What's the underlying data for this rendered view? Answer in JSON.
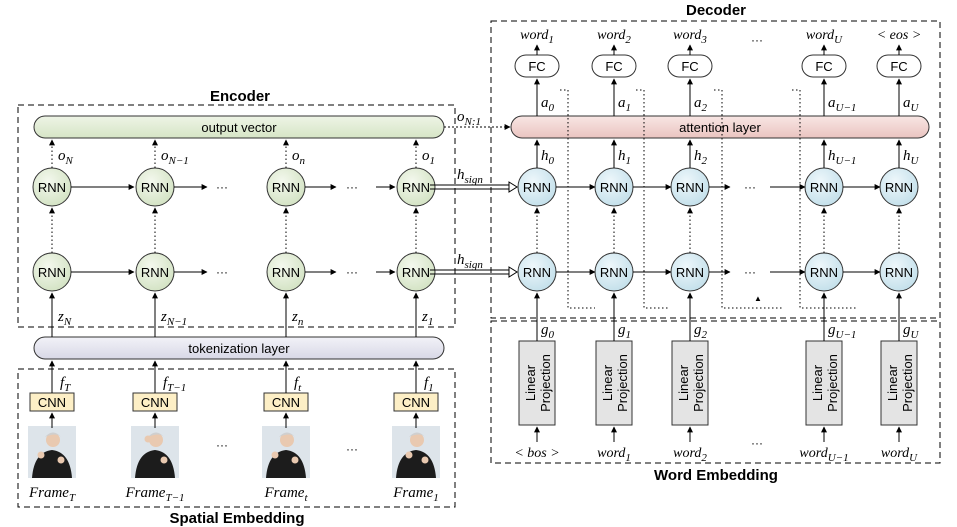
{
  "labels": {
    "encoder": "Encoder",
    "decoder": "Decoder",
    "spatial_embedding": "Spatial Embedding",
    "word_embedding": "Word Embedding",
    "output_vector": "output vector",
    "attention_layer": "attention layer",
    "tokenization_layer": "tokenization layer",
    "rnn": "RNN",
    "cnn": "CNN",
    "fc": "FC",
    "linear": "Linear",
    "projection": "Projection",
    "ellipsis": "···",
    "caret": "▲"
  },
  "encoder": {
    "output_labels": [
      {
        "b": "o",
        "s": "N"
      },
      {
        "b": "o",
        "s": "N−1"
      },
      {
        "b": "o",
        "s": "n"
      },
      {
        "b": "o",
        "s": "1"
      }
    ],
    "z_labels": [
      {
        "b": "z",
        "s": "N"
      },
      {
        "b": "z",
        "s": "N−1"
      },
      {
        "b": "z",
        "s": "n"
      },
      {
        "b": "z",
        "s": "1"
      }
    ],
    "hsign": {
      "b": "h",
      "s": "sign"
    },
    "context": {
      "b": "o",
      "s": "N:1"
    }
  },
  "spatial": {
    "f_labels": [
      {
        "b": "f",
        "s": "T"
      },
      {
        "b": "f",
        "s": "T−1"
      },
      {
        "b": "f",
        "s": "t"
      },
      {
        "b": "f",
        "s": "1"
      }
    ],
    "frames": [
      {
        "b": "Frame",
        "s": "T"
      },
      {
        "b": "Frame",
        "s": "T−1"
      },
      {
        "b": "Frame",
        "s": "t"
      },
      {
        "b": "Frame",
        "s": "1"
      }
    ]
  },
  "decoder": {
    "outputs": [
      {
        "b": "word",
        "s": "1"
      },
      {
        "b": "word",
        "s": "2"
      },
      {
        "b": "word",
        "s": "3"
      },
      {
        "b": "word",
        "s": "U"
      },
      {
        "b": "< eos >",
        "s": ""
      }
    ],
    "a_labels": [
      {
        "b": "a",
        "s": "0"
      },
      {
        "b": "a",
        "s": "1"
      },
      {
        "b": "a",
        "s": "2"
      },
      {
        "b": "a",
        "s": "U−1"
      },
      {
        "b": "a",
        "s": "U"
      }
    ],
    "h_labels": [
      {
        "b": "h",
        "s": "0"
      },
      {
        "b": "h",
        "s": "1"
      },
      {
        "b": "h",
        "s": "2"
      },
      {
        "b": "h",
        "s": "U−1"
      },
      {
        "b": "h",
        "s": "U"
      }
    ],
    "g_labels": [
      {
        "b": "g",
        "s": "0"
      },
      {
        "b": "g",
        "s": "1"
      },
      {
        "b": "g",
        "s": "2"
      },
      {
        "b": "g",
        "s": "U−1"
      },
      {
        "b": "g",
        "s": "U"
      }
    ],
    "inputs": [
      {
        "b": "< bos >",
        "s": ""
      },
      {
        "b": "word",
        "s": "1"
      },
      {
        "b": "word",
        "s": "2"
      },
      {
        "b": "word",
        "s": "U−1"
      },
      {
        "b": "word",
        "s": "U"
      }
    ]
  },
  "colors": {
    "rnn_encoder": "#e3ecd8",
    "rnn_decoder": "#d8ebf2",
    "attention": "#f2d6d4",
    "output_vector": "#e3ecd8",
    "tokenization": "#e6e6f0",
    "cnn": "#fdefc6",
    "fc": "#ffffff",
    "linear_projection": "#e4e4e4"
  }
}
